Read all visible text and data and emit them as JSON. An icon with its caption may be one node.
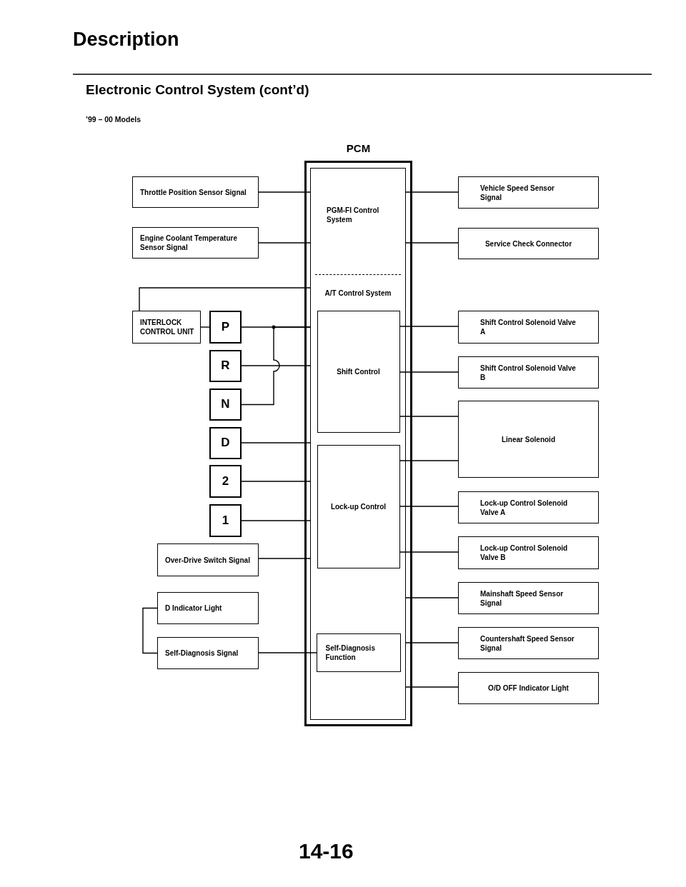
{
  "diagram": {
    "title": "Description",
    "nodes": [
      {
        "text": [
          "PCM"
        ]
      },
      {
        "text": [
          "PGM-FI Control System",
          "A/T Control System"
        ],
        "in": 0
      },
      {
        "text": [
          "Shift Control"
        ],
        "in": 1
      },
      {
        "text": [
          "Lock-up Control"
        ],
        "in": 1
      },
      {
        "text": [
          "Self-Diagnosis Function"
        ],
        "in": 1
      },
      {
        "text": [
          "Throttle Position Sensor Signal"
        ]
      },
      {
        "text": [
          "Engine Coolant Temperature Sensor Signal"
        ]
      },
      {
        "text": [
          "INTERLOCK CONTROL UNIT"
        ]
      },
      {
        "text": [
          "P"
        ]
      },
      {
        "text": [
          "R"
        ]
      },
      {
        "text": [
          "N"
        ]
      },
      {
        "text": [
          "D"
        ]
      },
      {
        "text": [
          "2"
        ]
      },
      {
        "text": [
          "1"
        ]
      },
      {
        "text": [
          "Over-Drive Switch Signal"
        ]
      },
      {
        "text": [
          "D Indicator Light"
        ]
      },
      {
        "text": [
          "Self-Diagnosis Signal"
        ]
      },
      {
        "text": [
          "Vehicle Speed Sensor Signal"
        ]
      },
      {
        "text": [
          "Service Check Connector"
        ]
      },
      {
        "text": [
          "Shift Control Solenoid Valve A"
        ]
      },
      {
        "text": [
          "Shift Control Solenoid Valve B"
        ]
      },
      {
        "text": [
          "Linear Solenoid"
        ]
      },
      {
        "text": [
          "Lock-up Control Solenoid Valve A"
        ]
      },
      {
        "text": [
          "Lock-up Control Solenoid Valve B"
        ]
      },
      {
        "text": [
          "Mainshaft Speed Sensor Signal"
        ]
      },
      {
        "text": [
          "Countershaft Speed Sensor Signal"
        ]
      },
      {
        "text": [
          "O/D OFF Indicator Light"
        ]
      }
    ],
    "edges": [
      {
        "from": 5,
        "to": 1,
        "arrow": "none"
      },
      {
        "from": 6,
        "to": 1,
        "arrow": "none"
      },
      {
        "from": 7,
        "to": 1,
        "arrow": "none"
      },
      {
        "from": 7,
        "to": 8,
        "arrow": "none"
      },
      {
        "from": 8,
        "to": 1,
        "arrow": "none"
      },
      {
        "from": 9,
        "to": 1,
        "arrow": "none"
      },
      {
        "from": 10,
        "to": 1,
        "arrow": "none"
      },
      {
        "from": 11,
        "to": 1,
        "arrow": "none"
      },
      {
        "from": 12,
        "to": 1,
        "arrow": "none"
      },
      {
        "from": 13,
        "to": 1,
        "arrow": "none"
      },
      {
        "from": 14,
        "to": 1,
        "arrow": "none"
      },
      {
        "from": 15,
        "to": 16,
        "arrow": "none"
      },
      {
        "from": 16,
        "to": 4,
        "arrow": "none"
      },
      {
        "from": 1,
        "to": 17,
        "arrow": "none"
      },
      {
        "from": 1,
        "to": 18,
        "arrow": "none"
      },
      {
        "from": 2,
        "to": 19,
        "arrow": "none"
      },
      {
        "from": 2,
        "to": 20,
        "arrow": "none"
      },
      {
        "from": 2,
        "to": 21,
        "arrow": "none"
      },
      {
        "from": 3,
        "to": 21,
        "arrow": "none"
      },
      {
        "from": 3,
        "to": 22,
        "arrow": "none"
      },
      {
        "from": 3,
        "to": 23,
        "arrow": "none"
      },
      {
        "from": 1,
        "to": 24,
        "arrow": "none"
      },
      {
        "from": 1,
        "to": 25,
        "arrow": "none"
      },
      {
        "from": 1,
        "to": 26,
        "arrow": "none"
      }
    ],
    "labels": [
      "Electronic Control System (cont’d)",
      "’99 – 00 Models",
      "14-16"
    ]
  }
}
